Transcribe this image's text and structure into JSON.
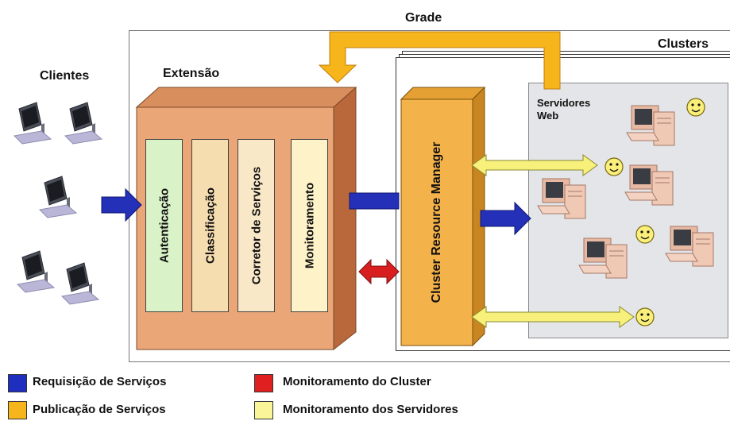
{
  "labels": {
    "grade": "Grade",
    "clusters": "Clusters",
    "clientes": "Clientes",
    "extensao": "Extensão",
    "servidores_web_line1": "Servidores",
    "servidores_web_line2": "Web"
  },
  "modules": [
    {
      "label": "Autenticação",
      "color": "#d9f2c8"
    },
    {
      "label": "Classificação",
      "color": "#f6ddb0"
    },
    {
      "label": "Corretor de Serviços",
      "color": "#f9e8c8"
    },
    {
      "label": "Monitoramento",
      "color": "#fdf2c8"
    }
  ],
  "crm": {
    "label": "Cluster Resource Manager",
    "color": "#f4b24a"
  },
  "legend": [
    {
      "label": "Requisição de Serviços",
      "color": "#1e2fbf"
    },
    {
      "label": "Monitoramento do Cluster",
      "color": "#e02020"
    },
    {
      "label": "Publicação de Serviços",
      "color": "#f6b51a"
    },
    {
      "label": "Monitoramento dos Servidores",
      "color": "#fbf59a"
    }
  ],
  "colors": {
    "extension_box": "#eaa677",
    "server_panel": "#e3e5e8",
    "request_arrow": "#2430b8",
    "publish_arrow": "#f6b51a",
    "monitor_arrow": "#f7f07a",
    "cluster_arrow": "#d81e1e"
  },
  "icons": {
    "client": "computer-monitor-icon",
    "server": "desktop-pc-icon",
    "user": "smiley-face-icon"
  }
}
